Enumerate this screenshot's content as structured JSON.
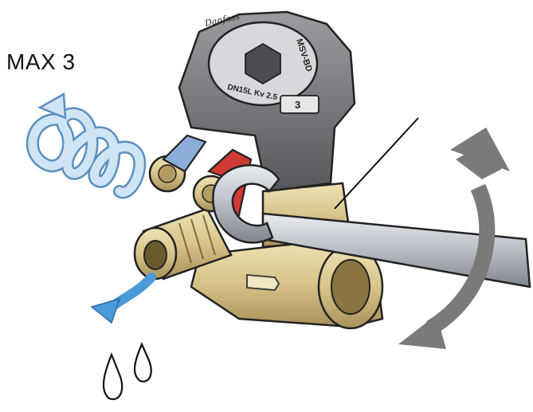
{
  "annotation": {
    "max_turns_label": "MAX 3"
  },
  "handwheel": {
    "brand": "Danfoss",
    "model": "MSV-BD",
    "size_marking": "DN15L Kv 2.5",
    "setting_window": "3"
  },
  "colors": {
    "background": "#ffffff",
    "spiral_arrow": "#8ebfe6",
    "drain_arrow": "#4a9ad8",
    "rotation_arrow": "#7a7a7a",
    "brass": "#d8c48a",
    "handwheel": "#6e7074",
    "wrench": "#b9bec4",
    "lever_blue": "#8aaed8",
    "lever_red": "#d03a34",
    "lever_green": "#8fc79a"
  },
  "icons": {
    "spiral": "rotation-spiral-icon",
    "drain": "water-drain-arrow-icon",
    "drops": "water-drop-icon",
    "rotate": "double-rotation-arrow-icon"
  }
}
